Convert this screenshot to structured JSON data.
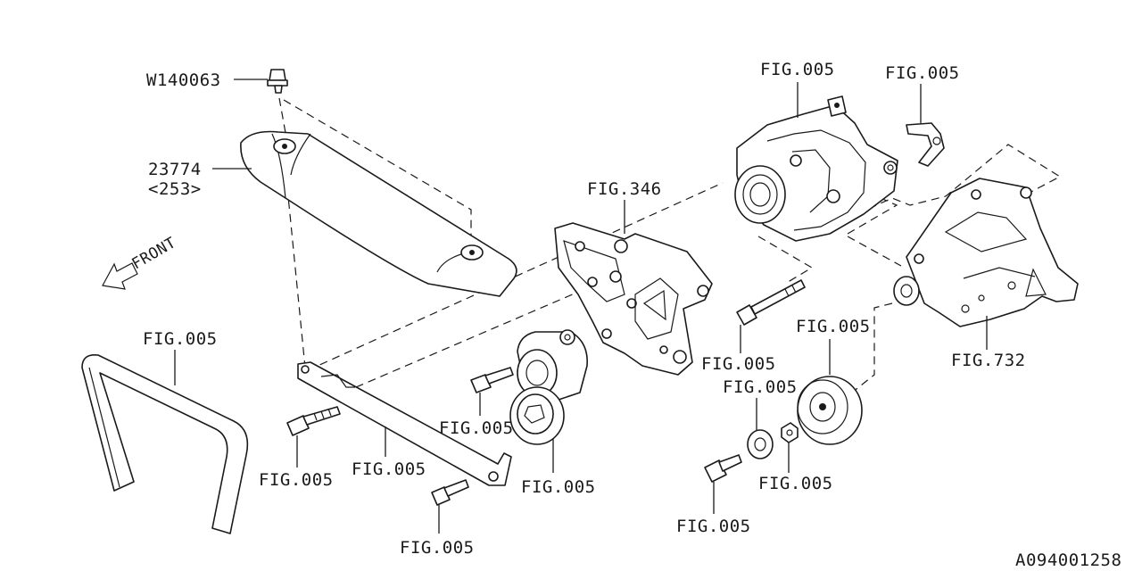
{
  "diagram_id": "A094001258",
  "front_arrow_label": "FRONT",
  "callouts": {
    "bolt_w140063": "W140063",
    "cover_part_no": "23774",
    "cover_ref": "<253>",
    "alternator": "FIG.005",
    "alt_bracket_small": "FIG.005",
    "bracket_346": "FIG.346",
    "belt": "FIG.005",
    "tensioner_bolt": "FIG.005",
    "long_bolt": "FIG.005",
    "idler_pulley": "FIG.005",
    "washer": "FIG.005",
    "engine_732": "FIG.732",
    "rod_bolt": "FIG.005",
    "stay_rod": "FIG.005",
    "tensioner_pulley": "FIG.005",
    "stay_bolt": "FIG.005",
    "nut": "FIG.005",
    "pulley_bolt": "FIG.005"
  }
}
